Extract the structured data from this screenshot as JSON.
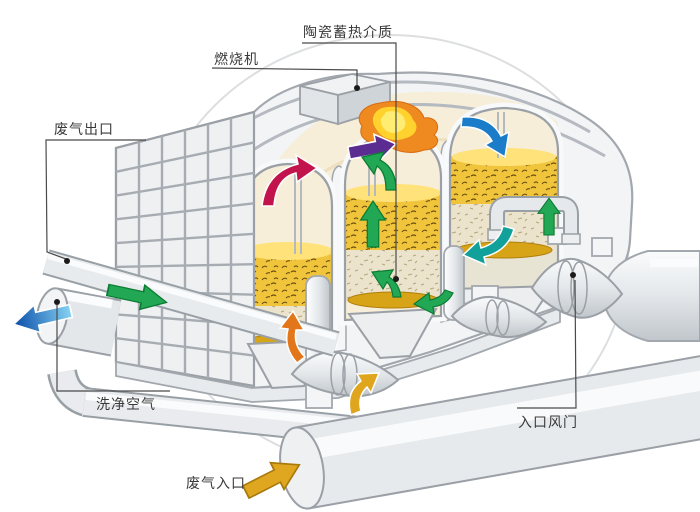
{
  "labels": {
    "ceramic_heat_storage_media": "陶瓷蓄热介质",
    "burner": "燃烧机",
    "waste_gas_outlet": "废气出口",
    "clean_air": "洗净空气",
    "waste_gas_inlet": "废气入口",
    "inlet_damper": "入口风门"
  },
  "flow_arrows": [
    {
      "id": "duct-inflow",
      "color": "#22a855",
      "direction": "right"
    },
    {
      "id": "clean-air-exit",
      "color": "#0a4ca9",
      "direction": "left"
    },
    {
      "id": "chamber1-rise",
      "color": "#c2134d",
      "direction": "up-right"
    },
    {
      "id": "to-burner-flame",
      "color": "#5b2d91",
      "direction": "right"
    },
    {
      "id": "combustion-curl",
      "color": "#22a855",
      "direction": "up-left"
    },
    {
      "id": "chamber2-bed-up",
      "color": "#22a855",
      "direction": "up"
    },
    {
      "id": "chamber3-top-down",
      "color": "#1b7cc9",
      "direction": "down"
    },
    {
      "id": "chamber3-bed-up",
      "color": "#22a855",
      "direction": "up"
    },
    {
      "id": "chamber3-bottom-out",
      "color": "#12a09a",
      "direction": "down-left"
    },
    {
      "id": "manifold-return-1",
      "color": "#22a855",
      "direction": "left"
    },
    {
      "id": "manifold-return-2",
      "color": "#22a855",
      "direction": "left"
    },
    {
      "id": "chamber1-feed-up",
      "color": "#e2761b",
      "direction": "up"
    },
    {
      "id": "valve-feed-curl",
      "color": "#dfa51c",
      "direction": "up-right"
    },
    {
      "id": "waste-gas-in",
      "color": "#dfa61f",
      "direction": "up-right"
    }
  ],
  "colors": {
    "background": "#ffffff",
    "outline": "#9aa0a6",
    "shell": "#f3f4f6",
    "shell_shade": "#e8ebed",
    "chamber_cream": "#f6eed8",
    "bed_yellow": "#f0c53c",
    "bed_yellow_highlight": "#ffe27a",
    "bed_tan": "#ebe3cb",
    "dish_gold": "#d8a417",
    "flame_outer": "#ee8a1f",
    "flame_mid": "#ffd22e",
    "flame_core": "#ffec72",
    "arrow_red": "#c2134d",
    "arrow_purple": "#5b2d91",
    "arrow_green": "#22a855",
    "arrow_green_edge": "#0b7c33",
    "arrow_blue": "#1b7cc9",
    "arrow_teal": "#12a09a",
    "arrow_orange": "#e2761b",
    "arrow_amber": "#dfa51c",
    "arrow_gold": "#dfa61f",
    "arrow_gold_edge": "#a87a0d",
    "arrow_exit_blue_dark": "#0a4ca9",
    "arrow_exit_blue_light": "#85d2f2",
    "leader": "#4a4a4a",
    "text": "#3a3a3a"
  }
}
